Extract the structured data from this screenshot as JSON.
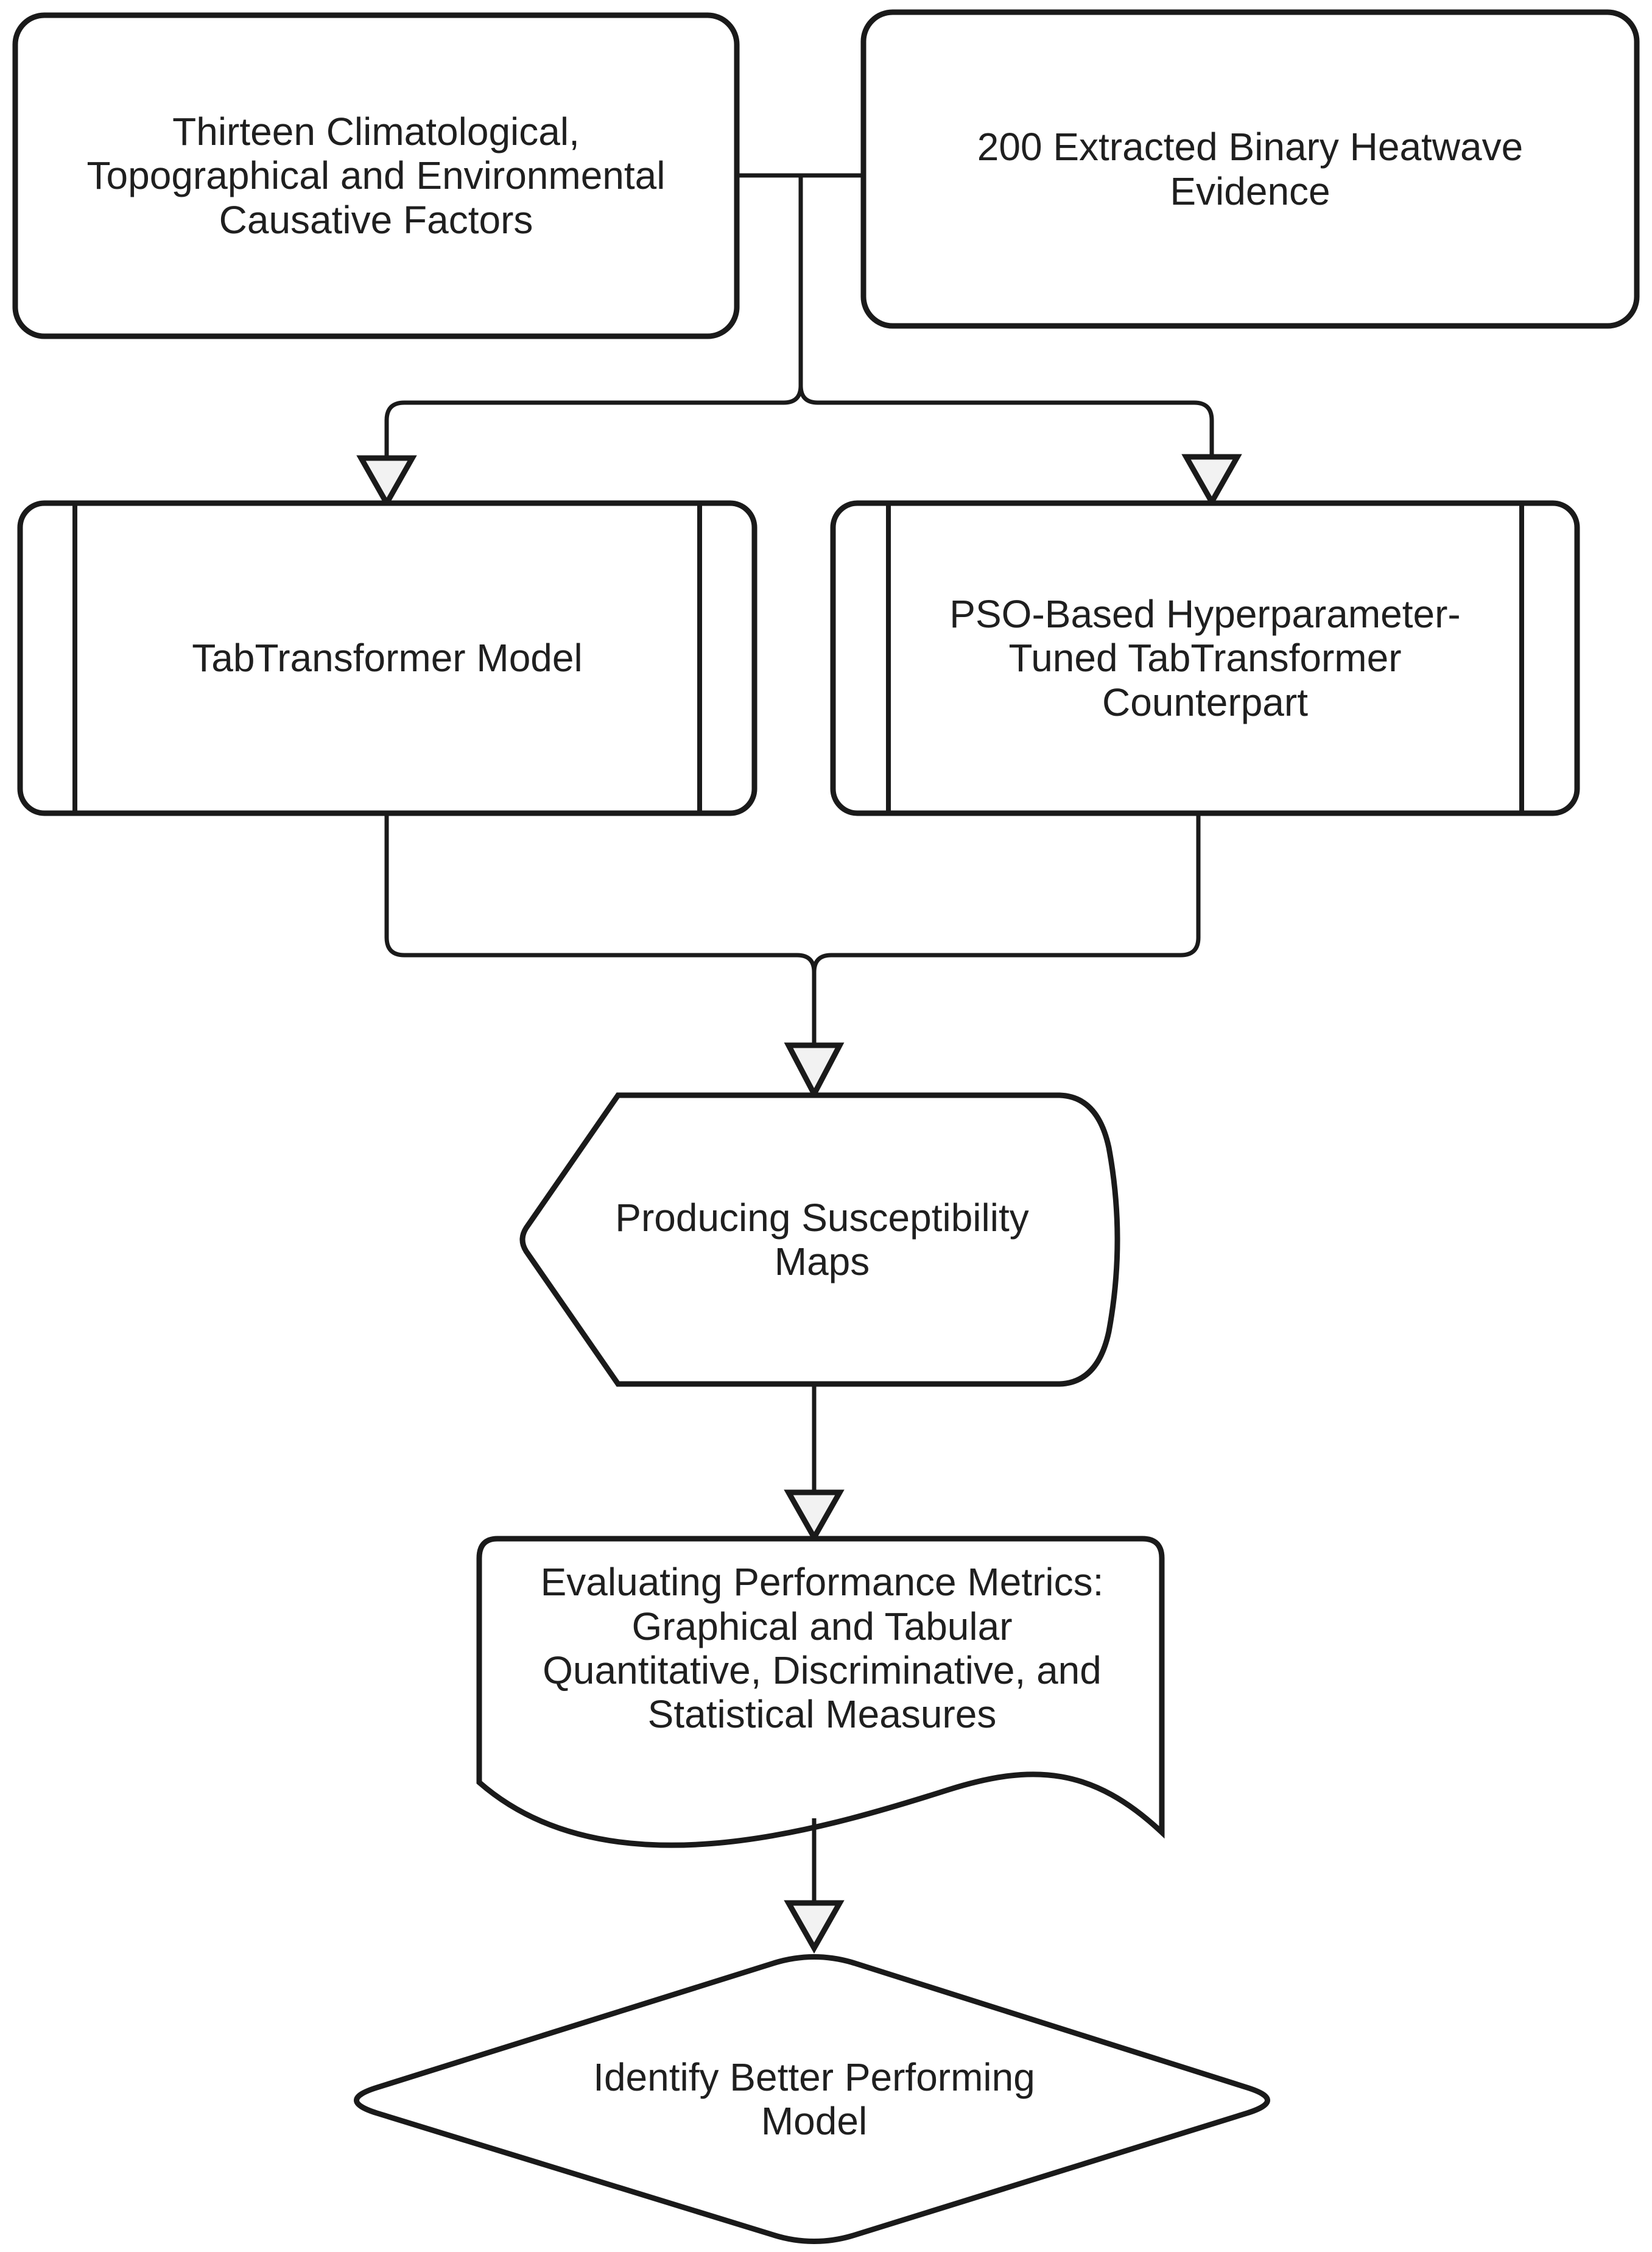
{
  "colors": {
    "stroke": "#1a1a1a",
    "canvas": "#ffffff",
    "node-fill": "#ffffff",
    "arrow-fill": "#f2f2f2",
    "text": "#1f1f1f"
  },
  "nodes": {
    "causative_factors": {
      "shape": "rounded-rectangle",
      "label": "Thirteen Climatological,\nTopographical and Environmental\nCausative Factors"
    },
    "heatwave_evidence": {
      "shape": "rounded-rectangle",
      "label": "200 Extracted Binary Heatwave\nEvidence"
    },
    "tabtransformer": {
      "shape": "predefined-process",
      "label": "TabTransformer Model"
    },
    "pso_tabtransformer": {
      "shape": "predefined-process",
      "label": "PSO-Based Hyperparameter-\nTuned TabTransformer\nCounterpart"
    },
    "susceptibility_maps": {
      "shape": "display",
      "label": "Producing Susceptibility\nMaps"
    },
    "performance_metrics": {
      "shape": "document",
      "label": "Evaluating Performance Metrics:\nGraphical and Tabular\nQuantitative, Discriminative, and\nStatistical Measures"
    },
    "identify_model": {
      "shape": "decision",
      "label": "Identify Better Performing\nModel"
    }
  },
  "edges": [
    {
      "from": "causative_factors",
      "to": "tabtransformer"
    },
    {
      "from": "causative_factors",
      "to": "pso_tabtransformer"
    },
    {
      "from": "heatwave_evidence",
      "to": "tabtransformer"
    },
    {
      "from": "heatwave_evidence",
      "to": "pso_tabtransformer"
    },
    {
      "from": "tabtransformer",
      "to": "susceptibility_maps"
    },
    {
      "from": "pso_tabtransformer",
      "to": "susceptibility_maps"
    },
    {
      "from": "susceptibility_maps",
      "to": "performance_metrics"
    },
    {
      "from": "performance_metrics",
      "to": "identify_model"
    }
  ]
}
